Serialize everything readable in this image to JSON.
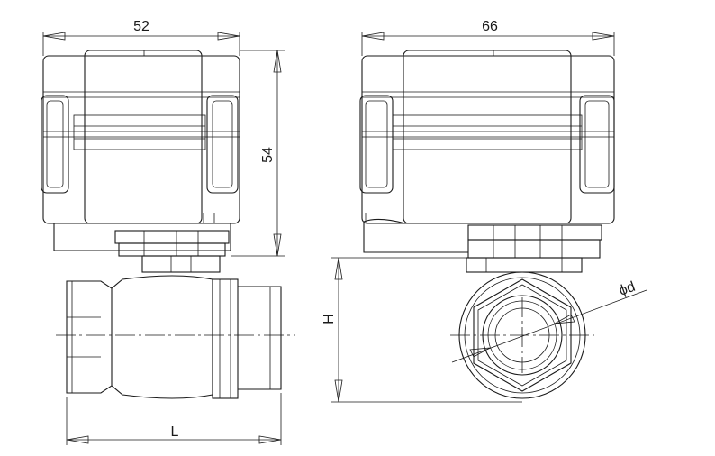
{
  "dimensions": {
    "front_width": "52",
    "front_height": "54",
    "body_length": "L",
    "side_width": "66",
    "side_height": "H",
    "pipe_diameter": "ϕd"
  },
  "colors": {
    "line": "#1a1a1a",
    "background": "#ffffff"
  }
}
